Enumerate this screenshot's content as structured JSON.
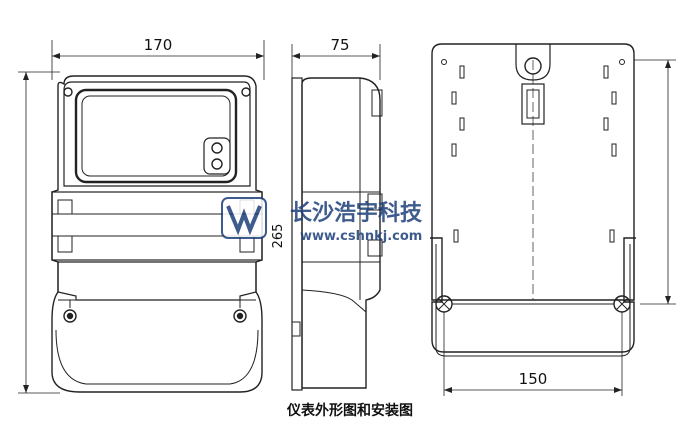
{
  "dimensions": {
    "front_width": "170",
    "side_depth": "75",
    "back_width": "150",
    "height_label": "265"
  },
  "watermark": {
    "company": "长沙浩宇科技",
    "url": "www.cshnkj.com"
  },
  "caption": "仪表外形图和安装图",
  "colors": {
    "line": "#222222",
    "watermark": "#1d3f7a"
  }
}
